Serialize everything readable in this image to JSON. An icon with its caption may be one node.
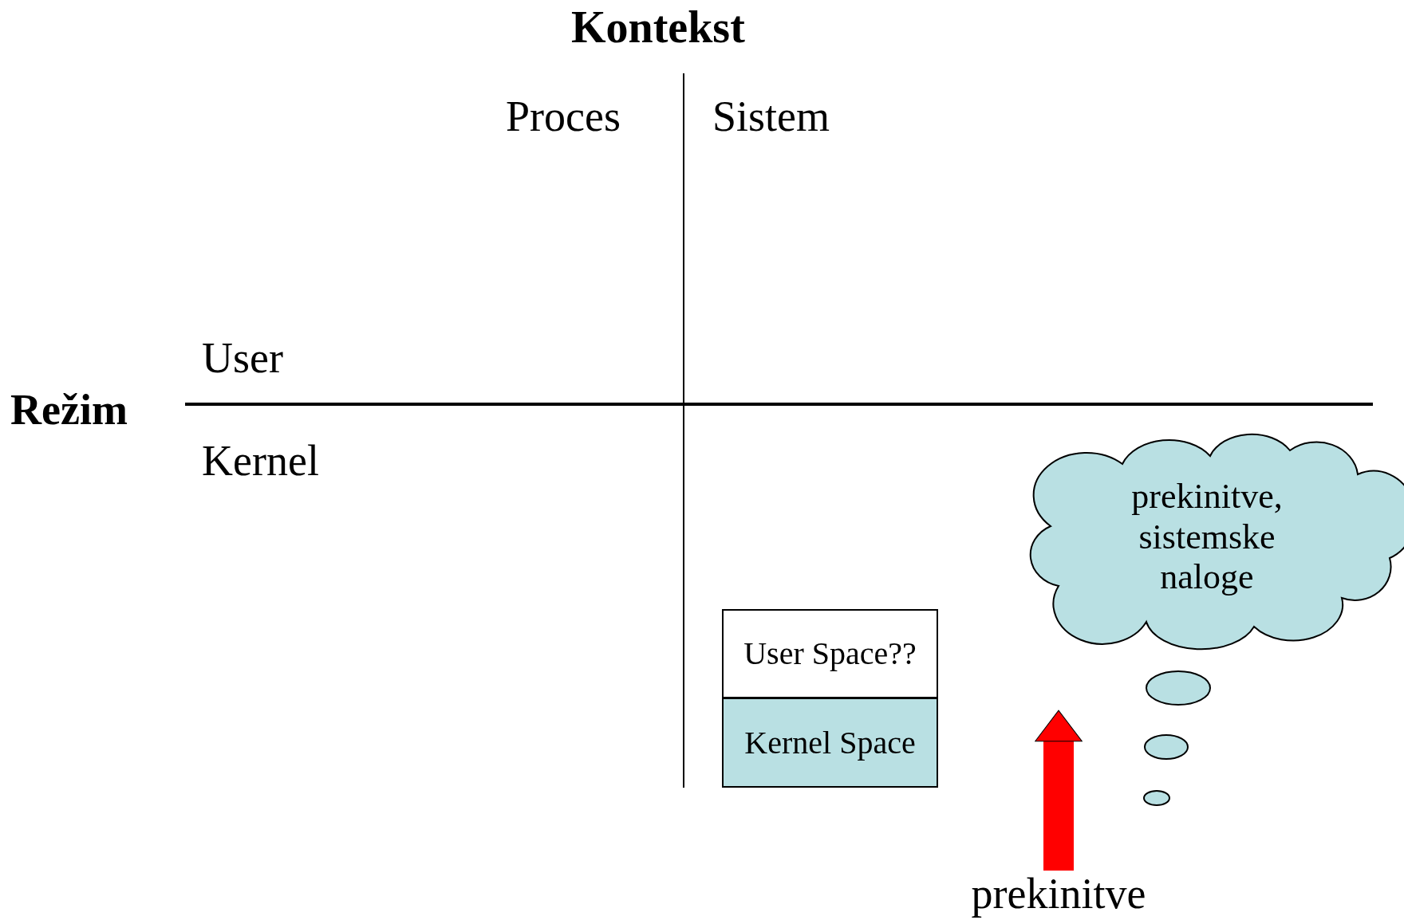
{
  "diagram": {
    "title": "Kontekst",
    "nodes": [
      {
        "text": [
          "User Space??"
        ]
      },
      {
        "text": [
          "Kernel Space"
        ]
      },
      {
        "text": [
          "prekinitve, sistemske naloge"
        ]
      },
      {
        "text": [
          "prekinitve"
        ]
      }
    ],
    "edges": [
      {
        "from": 3,
        "to": 2,
        "arrow": "to"
      }
    ],
    "labels": [
      "Proces",
      "Sistem",
      "Režim",
      "User",
      "Kernel"
    ]
  }
}
